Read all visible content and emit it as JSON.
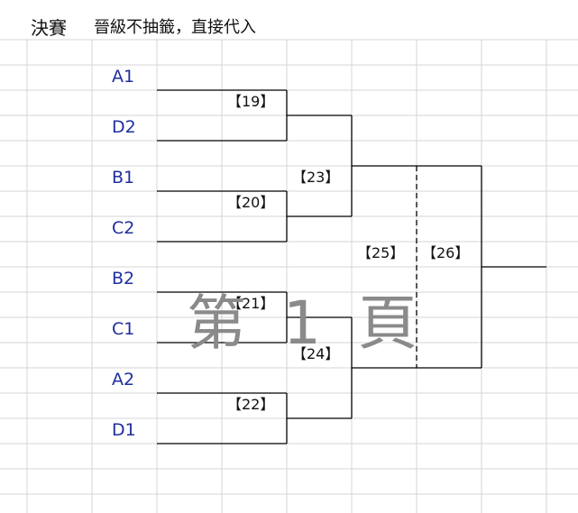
{
  "sheet": {
    "title": "決賽",
    "subtitle": "晉級不抽籤，直接代入",
    "page_watermark": "第 1 頁"
  },
  "teams": [
    "A1",
    "D2",
    "B1",
    "C2",
    "B2",
    "C1",
    "A2",
    "D1"
  ],
  "matches": {
    "m19": "【19】",
    "m20": "【20】",
    "m21": "【21】",
    "m22": "【22】",
    "m23": "【23】",
    "m24": "【24】",
    "m25": "【25】",
    "m26": "【26】"
  },
  "colors": {
    "team_text": "#1f2f9e",
    "grid_line": "#d4d4d4",
    "bracket_line": "#000000",
    "watermark": "#8a8a8a"
  }
}
